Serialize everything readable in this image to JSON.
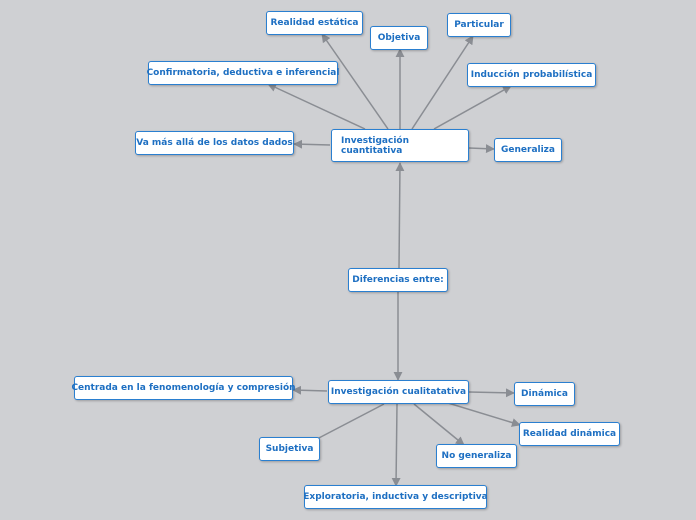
{
  "colors": {
    "background": "#cfd0d3",
    "node_border": "#2a7fd0",
    "node_text": "#1d6fc2",
    "connector": "#8a8d93"
  },
  "nodes": {
    "center": "Diferencias entre:",
    "cuantitativa": "Investigación cuantitativa",
    "cualitativa": "Investigación cualitatativa",
    "realidad_estatica": "Realidad estática",
    "objetiva": "Objetiva",
    "particular": "Particular",
    "confirmatoria": "Confirmatoria, deductiva e inferencial",
    "induccion": "Inducción probabilística",
    "va_mas_alla": "Va más allá de los datos dados",
    "generaliza": "Generaliza",
    "centrada": "Centrada en la fenomenología y compresión",
    "dinamica": "Dinámica",
    "realidad_dinamica": "Realidad dinámica",
    "subjetiva": "Subjetiva",
    "no_generaliza": "No generaliza",
    "exploratoria": "Exploratoria, inductiva y descriptiva"
  }
}
